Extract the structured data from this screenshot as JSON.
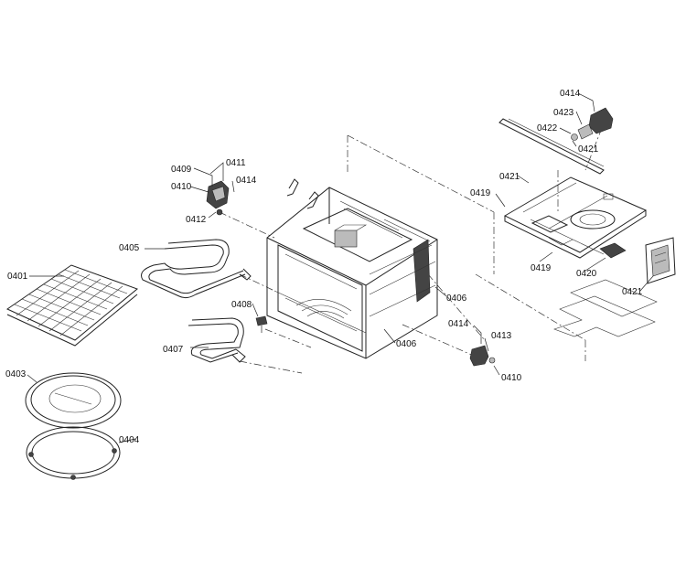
{
  "labels": {
    "l0401": "0401",
    "l0403": "0403",
    "l0404": "0404",
    "l0405": "0405",
    "l0406a": "0406",
    "l0406b": "0406",
    "l0407": "0407",
    "l0408": "0408",
    "l0409": "0409",
    "l0410a": "0410",
    "l0410b": "0410",
    "l0411": "0411",
    "l0412": "0412",
    "l0413": "0413",
    "l0414a": "0414",
    "l0414b": "0414",
    "l0414c": "0414",
    "l0419a": "0419",
    "l0419b": "0419",
    "l0420": "0420",
    "l0421a": "0421",
    "l0421b": "0421",
    "l0421c": "0421",
    "l0422": "0422",
    "l0423": "0423"
  }
}
